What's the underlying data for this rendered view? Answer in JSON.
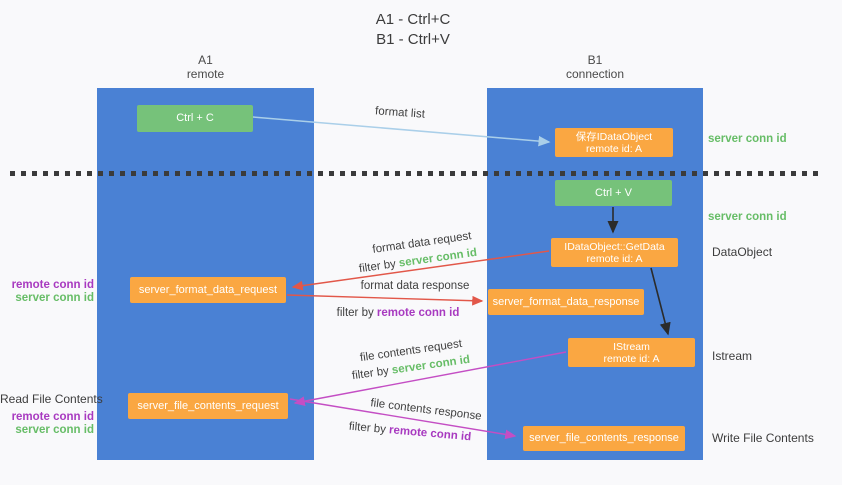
{
  "title": {
    "line1": "A1 - Ctrl+C",
    "line2": "B1 - Ctrl+V"
  },
  "lanes": {
    "a1": {
      "name": "A1",
      "subtitle": "remote"
    },
    "b1": {
      "name": "B1",
      "subtitle": "connection"
    }
  },
  "nodes": {
    "ctrl_c": {
      "label": "Ctrl + C"
    },
    "save_idataobject": {
      "line1": "保存IDataObject",
      "line2": "remote id: A"
    },
    "ctrl_v": {
      "label": "Ctrl + V"
    },
    "getdata": {
      "line1": "IDataObject::GetData",
      "line2": "remote id: A"
    },
    "format_request": {
      "label": "server_format_data_request"
    },
    "format_response": {
      "label": "server_format_data_response"
    },
    "istream": {
      "line1": "IStream",
      "line2": "remote id: A"
    },
    "file_request": {
      "label": "server_file_contents_request"
    },
    "file_response": {
      "label": "server_file_contents_response"
    }
  },
  "arrows": {
    "format_list": {
      "label": "format list"
    },
    "format_data_request": {
      "label": "format data request",
      "filter_prefix": "filter by ",
      "filter_key": "server conn id"
    },
    "format_data_response": {
      "label": "format data response",
      "filter_prefix": "filter by ",
      "filter_key": "remote conn id"
    },
    "file_contents_request": {
      "label": "file contents request",
      "filter_prefix": "filter by ",
      "filter_key": "server conn id"
    },
    "file_contents_response": {
      "label": "file contents response",
      "filter_prefix": "filter by ",
      "filter_key": "remote conn id"
    }
  },
  "annotations": {
    "right": {
      "server_conn_id_top": "server conn id",
      "server_conn_id_mid": "server conn id",
      "dataobject": "DataObject",
      "istream": "Istream",
      "write_file_contents": "Write File Contents"
    },
    "left": {
      "format_remote_conn_id": "remote conn id",
      "format_server_conn_id": "server conn id",
      "read_file_contents": "Read File Contents",
      "file_remote_conn_id": "remote conn id",
      "file_server_conn_id": "server conn id"
    }
  },
  "colors": {
    "lane_blue": "#4a81d4",
    "node_green": "#76c27a",
    "node_orange": "#faa742",
    "text_green": "#67bd67",
    "text_purple": "#a83ac0",
    "arrow_red": "#e25749",
    "arrow_magenta": "#c44ec4",
    "arrow_lightblue": "#aacfe9",
    "arrow_black": "#2b2b2b"
  }
}
